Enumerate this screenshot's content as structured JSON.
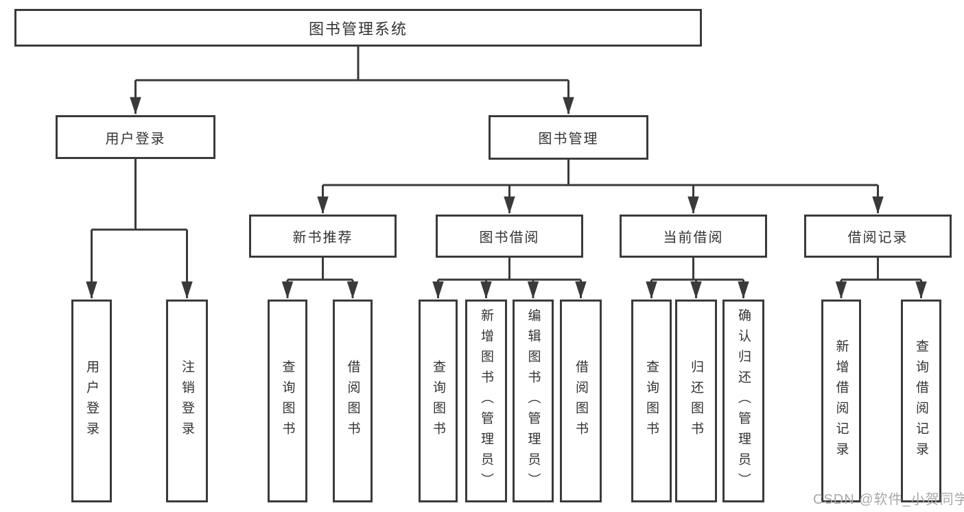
{
  "diagram": {
    "title": "图书管理系统",
    "branches": [
      {
        "label": "用户登录",
        "leaves": [
          "用户登录",
          "注销登录"
        ]
      },
      {
        "label": "图书管理",
        "groups": [
          {
            "label": "新书推荐",
            "leaves": [
              "查询图书",
              "借阅图书"
            ]
          },
          {
            "label": "图书借阅",
            "leaves": [
              "查询图书",
              "新增图书（管理员）",
              "编辑图书（管理员）",
              "借阅图书"
            ]
          },
          {
            "label": "当前借阅",
            "leaves": [
              "查询图书",
              "归还图书",
              "确认归还（管理员）"
            ]
          },
          {
            "label": "借阅记录",
            "leaves": [
              "新增借阅记录",
              "查询借阅记录"
            ]
          }
        ]
      }
    ]
  },
  "watermark": "CSDN @软件_小贺同学",
  "colors": {
    "line": "#3a3a3a",
    "box_border": "#3a3a3a",
    "text": "#333333",
    "watermark": "#a8a8a8",
    "background": "#ffffff"
  }
}
